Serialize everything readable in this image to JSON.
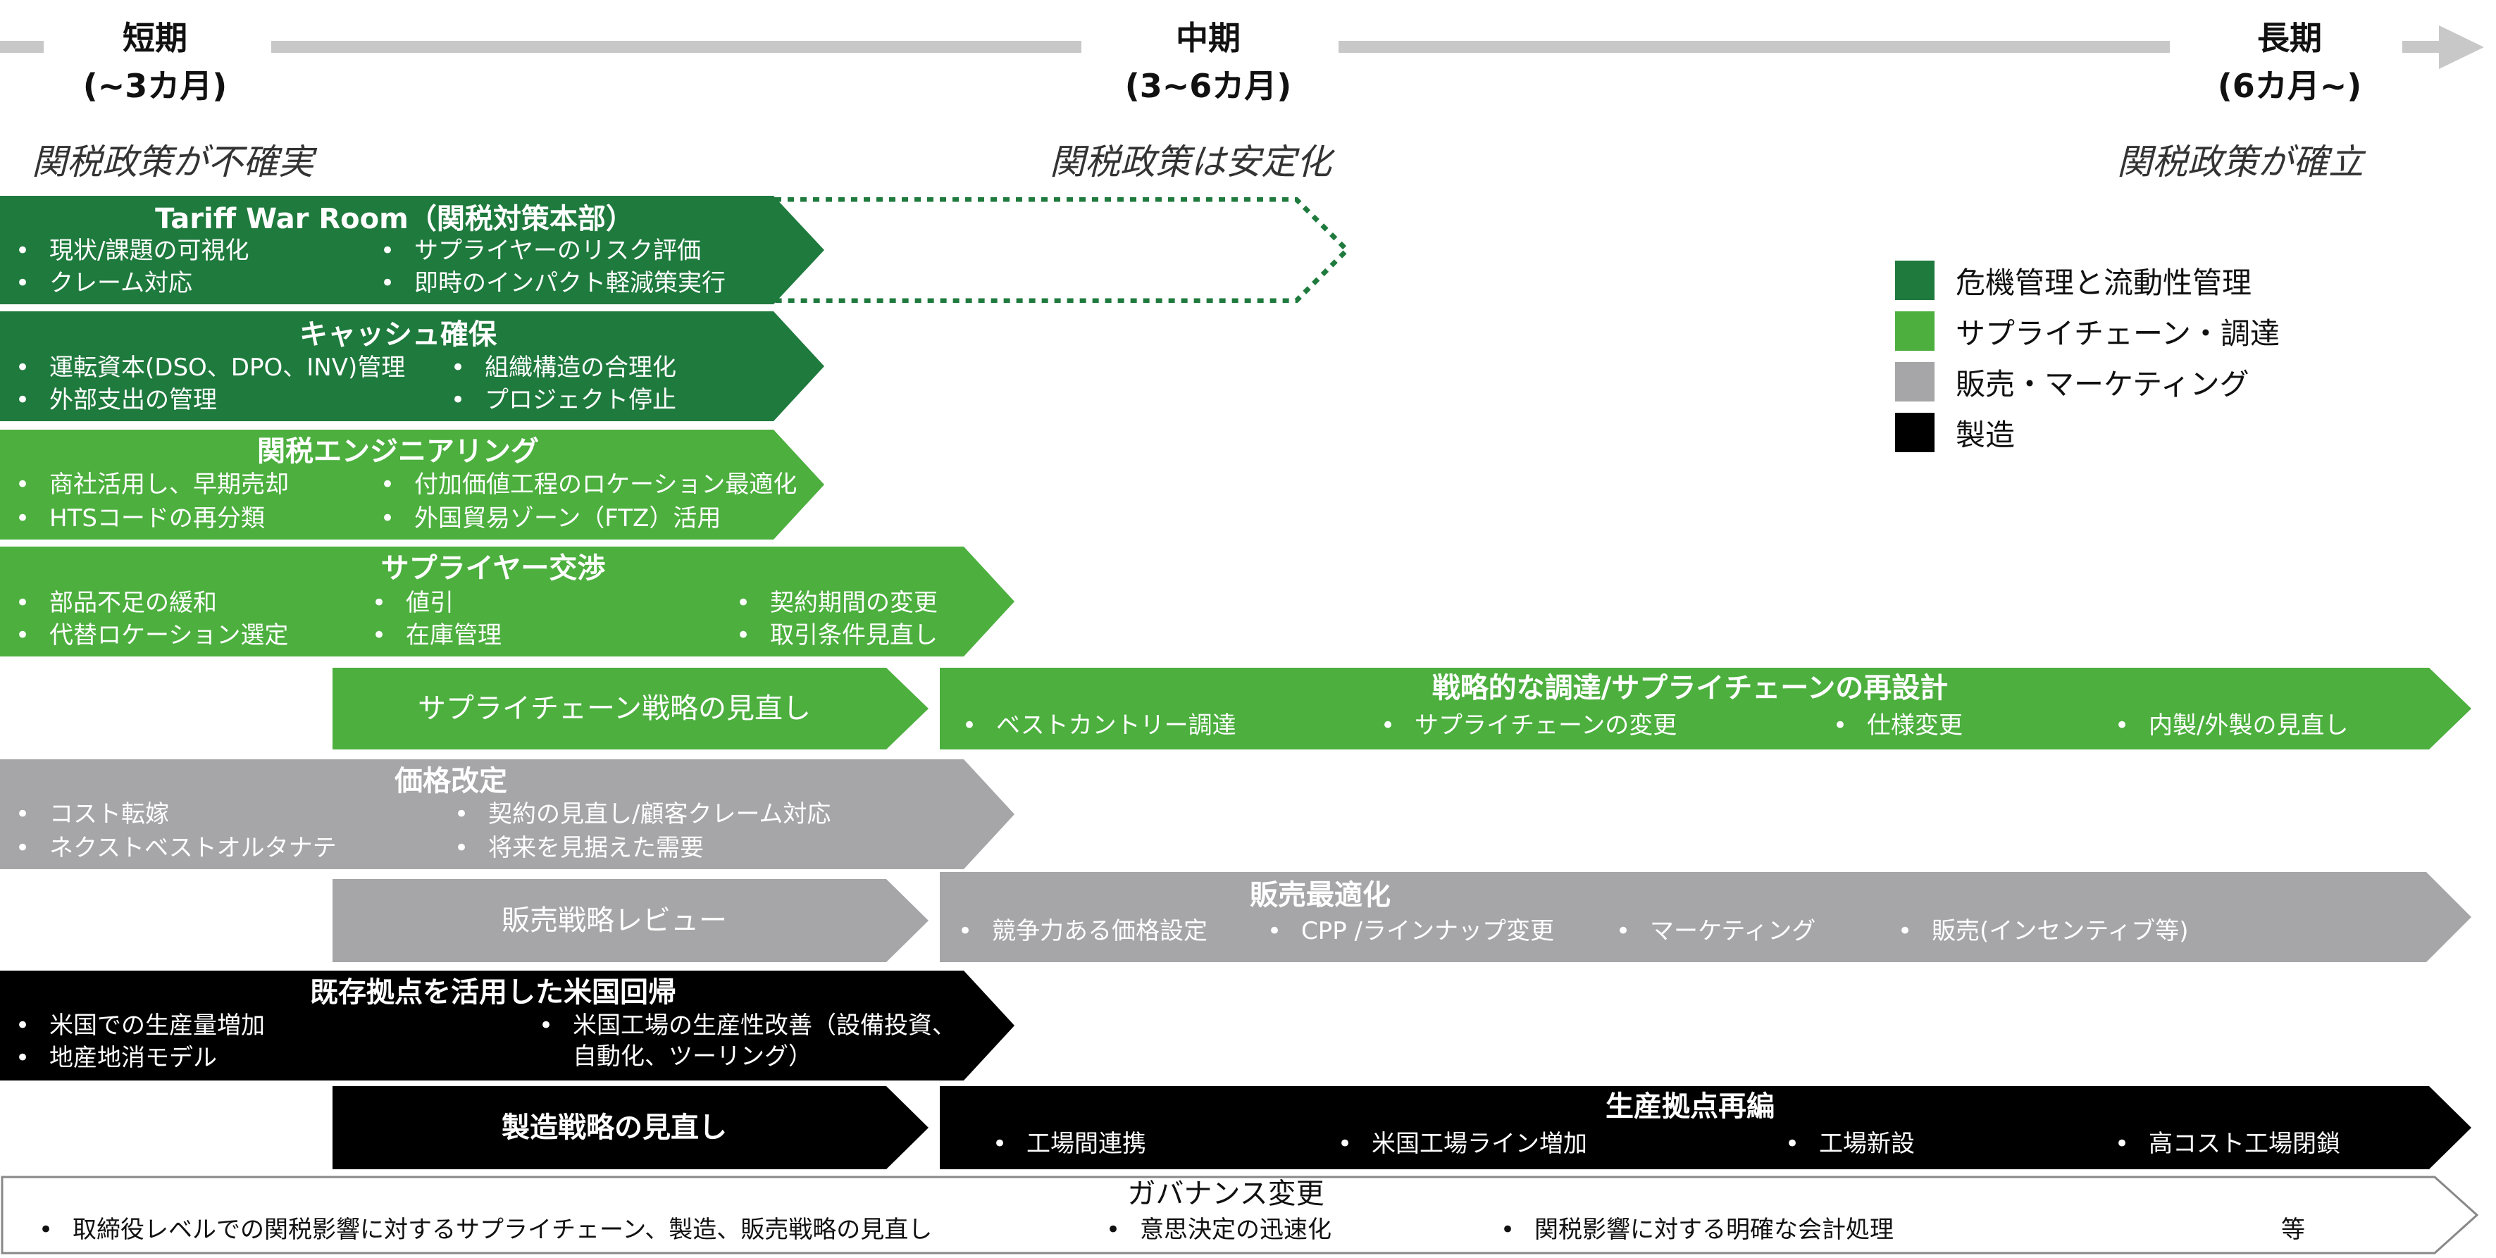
{
  "colors": {
    "crisis": "#1f7a3d",
    "supply": "#4caf3e",
    "sales": "#a6a6a8",
    "mfg": "#000000",
    "timeline": "#c8c8c8"
  },
  "timeline": {
    "short_term": {
      "label": "短期",
      "range": "(~3カ月)",
      "note": "関税政策が不確実"
    },
    "mid_term": {
      "label": "中期",
      "range": "(3~6カ月)",
      "note": "関税政策は安定化"
    },
    "long_term": {
      "label": "長期",
      "range": "(6カ月~)",
      "note": "関税政策が確立"
    }
  },
  "legend": [
    {
      "label": "危機管理と流動性管理",
      "color": "#1f7a3d"
    },
    {
      "label": "サプライチェーン・調達",
      "color": "#4caf3e"
    },
    {
      "label": "販売・マーケティング",
      "color": "#a6a6a8"
    },
    {
      "label": "製造",
      "color": "#000000"
    }
  ],
  "bands": {
    "tariff_war_room": {
      "title": "Tariff War Room（関税対策本部）",
      "items": [
        "現状/課題の可視化",
        "サプライヤーのリスク評価",
        "クレーム対応",
        "即時のインパクト軽減策実行"
      ]
    },
    "cash": {
      "title": "キャッシュ確保",
      "items": [
        "運転資本(DSO、DPO、INV)管理",
        "組織構造の合理化",
        "外部支出の管理",
        "プロジェクト停止"
      ]
    },
    "tariff_eng": {
      "title": "関税エンジニアリング",
      "items": [
        "商社活用し、早期売却",
        "付加価値工程のロケーション最適化",
        "HTSコードの再分類",
        "外国貿易ゾーン（FTZ）活用"
      ]
    },
    "supplier": {
      "title": "サプライヤー交渉",
      "items": [
        "部品不足の緩和",
        "値引",
        "契約期間の変更",
        "代替ロケーション選定",
        "在庫管理",
        "取引条件見直し"
      ]
    },
    "sc_review": {
      "title": "サプライチェーン戦略の見直し"
    },
    "sc_redesign": {
      "title": "戦略的な調達/サプライチェーンの再設計",
      "items": [
        "ベストカントリー調達",
        "サプライチェーンの変更",
        "仕様変更",
        "内製/外製の見直し"
      ]
    },
    "pricing": {
      "title": "価格改定",
      "items": [
        "コスト転嫁",
        "契約の見直し/顧客クレーム対応",
        "ネクストベストオルタナテ",
        "将来を見据えた需要"
      ]
    },
    "sales_review": {
      "title": "販売戦略レビュー"
    },
    "sales_opt": {
      "title": "販売最適化",
      "items": [
        "競争力ある価格設定",
        "CPP /ラインナップ変更",
        "マーケティング",
        "販売(インセンティブ等)"
      ]
    },
    "reshoring": {
      "title": "既存拠点を活用した米国回帰",
      "items": [
        "米国での生産量増加",
        "米国工場の生産性改善（設備投資、自動化、ツーリング）",
        "地産地消モデル"
      ]
    },
    "mfg_review": {
      "title": "製造戦略の見直し"
    },
    "mfg_reorg": {
      "title": "生産拠点再編",
      "items": [
        "工場間連携",
        "米国工場ライン増加",
        "工場新設",
        "高コスト工場閉鎖"
      ]
    },
    "governance": {
      "title": "ガバナンス変更",
      "items": [
        "取締役レベルでの関税影響に対するサプライチェーン、製造、販売戦略の見直し",
        "意思決定の迅速化",
        "関税影響に対する明確な会計処理"
      ],
      "suffix": "等"
    }
  }
}
